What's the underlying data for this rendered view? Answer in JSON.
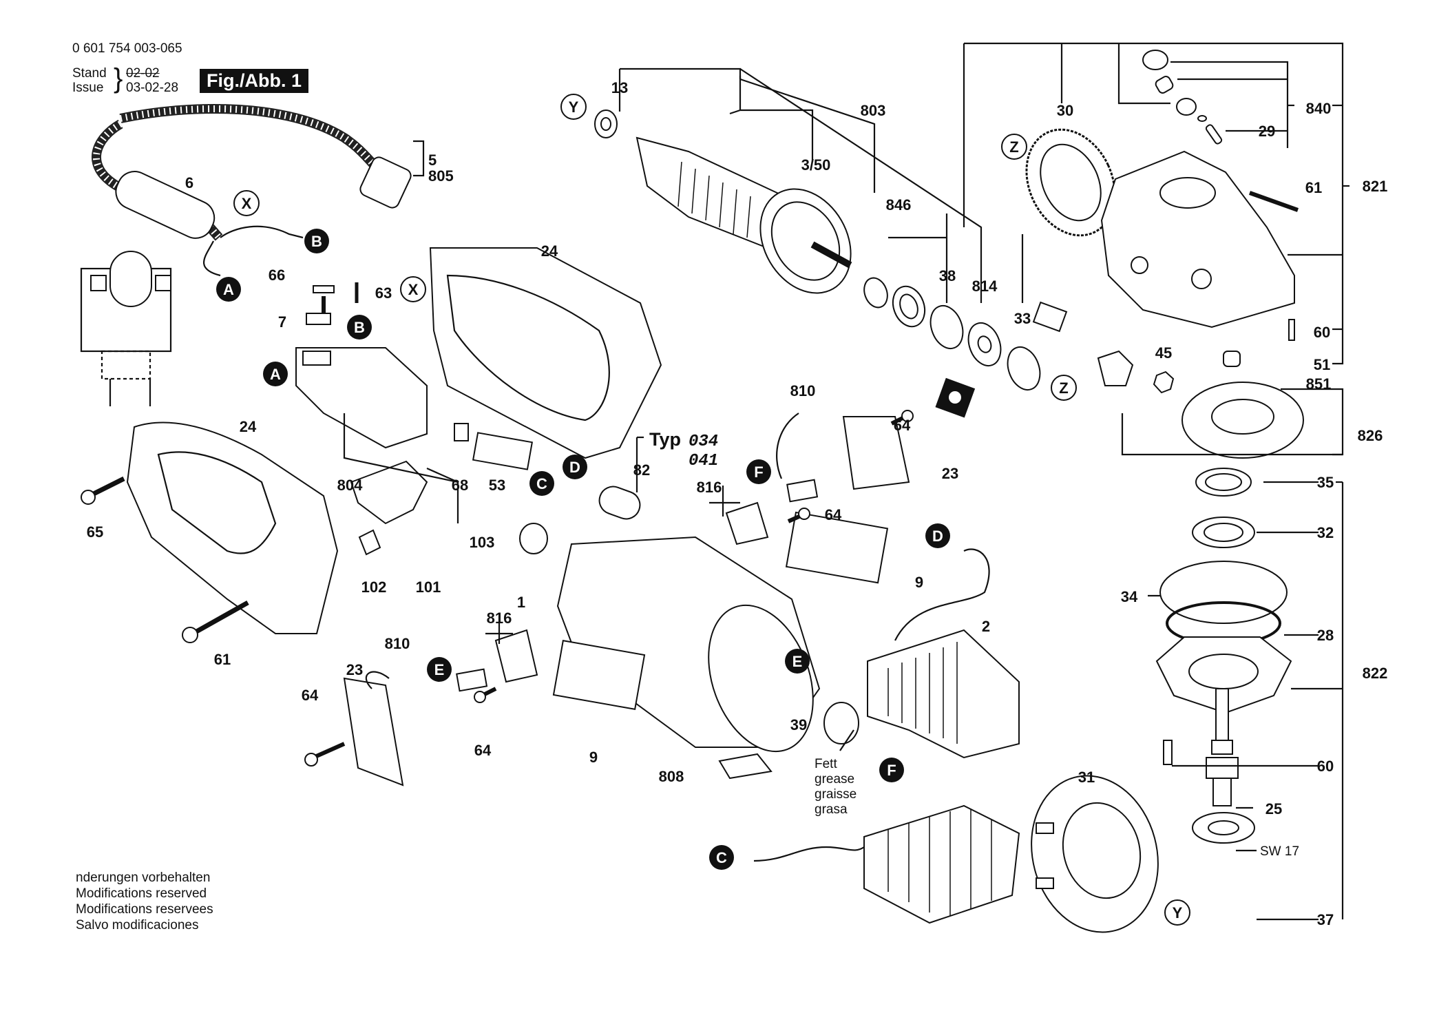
{
  "header": {
    "part_number": "0 601 754 003-065",
    "stand_label": "Stand",
    "issue_label": "Issue",
    "old_date": "02-02",
    "issue_date": "03-02-28",
    "figure_label": "Fig./Abb. 1"
  },
  "footer": {
    "lines": [
      "nderungen vorbehalten",
      "Modifications reserved",
      "Modifications reservees",
      "Salvo modificaciones"
    ]
  },
  "grease_note": [
    "Fett",
    "grease",
    "graisse",
    "grasa"
  ],
  "type_note": {
    "prefix": "Typ",
    "codes": [
      "034",
      "041"
    ]
  },
  "part_labels": {
    "p13": "13",
    "p803": "803",
    "p3_50": "3/50",
    "p30": "30",
    "p840": "840",
    "p29": "29",
    "p821": "821",
    "p61a": "61",
    "p846": "846",
    "p38": "38",
    "p814": "814",
    "p33": "33",
    "p60a": "60",
    "p51": "51",
    "p851": "851",
    "p45": "45",
    "p826": "826",
    "p35": "35",
    "p32": "32",
    "p34": "34",
    "p28": "28",
    "p822": "822",
    "p60b": "60",
    "p25": "25",
    "sw17": "SW 17",
    "p37": "37",
    "p5": "5",
    "p805": "805",
    "p6": "6",
    "p66": "66",
    "p63": "63",
    "p7": "7",
    "p24a": "24",
    "p24b": "24",
    "p65": "65",
    "p804": "804",
    "p68": "68",
    "p53": "53",
    "p82": "82",
    "p810a": "810",
    "p816a": "816",
    "p64a": "64",
    "p23a": "23",
    "p64b": "64",
    "p103": "103",
    "p9a": "9",
    "p102": "102",
    "p101": "101",
    "p61b": "61",
    "p1": "1",
    "p816b": "816",
    "p810b": "810",
    "p23b": "23",
    "p64c": "64",
    "p64d": "64",
    "p9b": "9",
    "p808": "808",
    "p39": "39",
    "p2": "2",
    "p31": "31"
  },
  "callouts": {
    "X": "X",
    "Y": "Y",
    "Z": "Z",
    "A": "A",
    "B": "B",
    "C": "C",
    "D": "D",
    "E": "E",
    "F": "F"
  }
}
